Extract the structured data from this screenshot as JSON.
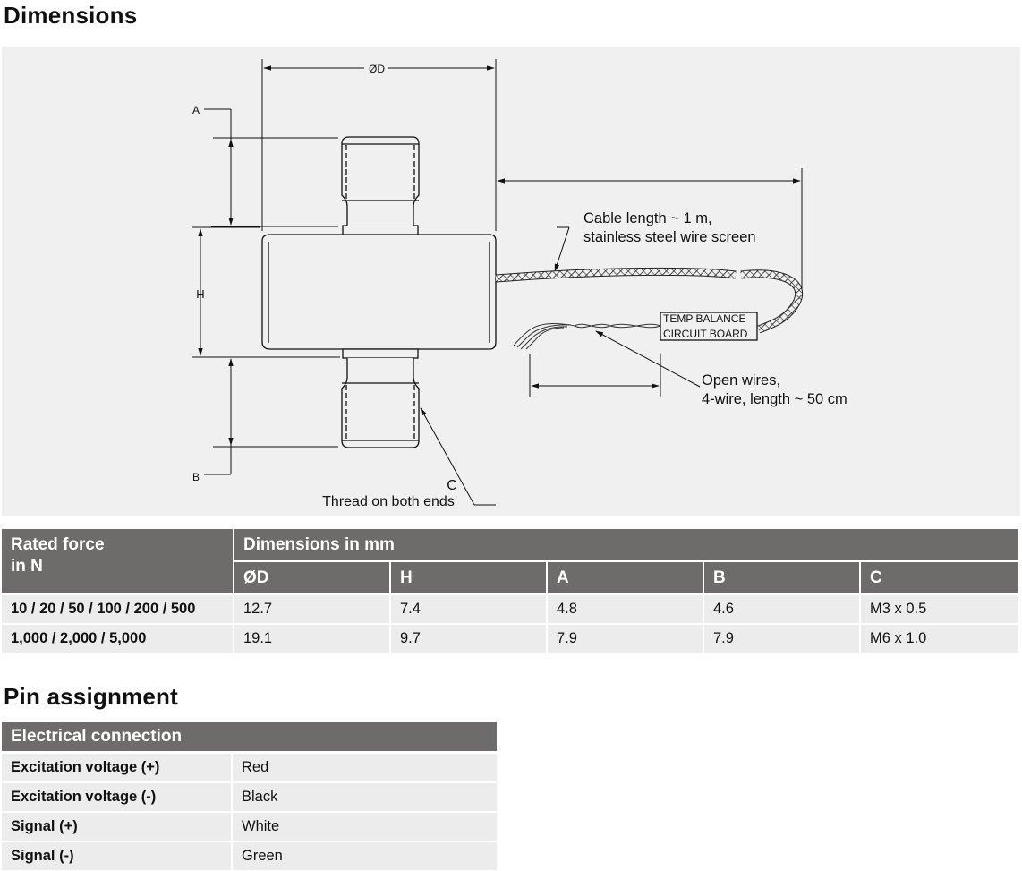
{
  "sections": {
    "dimensions_title": "Dimensions",
    "pins_title": "Pin assignment"
  },
  "drawing": {
    "label_D": "ØD",
    "label_A": "A",
    "label_B": "B",
    "label_H": "H",
    "label_C": "C",
    "thread_note": "Thread on both ends",
    "cable_line1": "Cable length ~ 1 m,",
    "cable_line2": "stainless steel wire screen",
    "board_line1": "TEMP BALANCE",
    "board_line2": "CIRCUIT BOARD",
    "wires_line1": "Open wires,",
    "wires_line2": "4-wire, length ~ 50 cm"
  },
  "dimensions_table": {
    "header_force": "Rated force\nin N",
    "header_force_line1": "Rated force",
    "header_force_line2": "in N",
    "header_group": "Dimensions in mm",
    "columns": [
      "ØD",
      "H",
      "A",
      "B",
      "C"
    ],
    "rows": [
      {
        "force": "10 / 20 / 50 / 100 / 200 / 500",
        "values": [
          "12.7",
          "7.4",
          "4.8",
          "4.6",
          "M3 x 0.5"
        ]
      },
      {
        "force": "1,000 / 2,000 / 5,000",
        "values": [
          "19.1",
          "9.7",
          "7.9",
          "7.9",
          "M6 x 1.0"
        ]
      }
    ]
  },
  "pin_table": {
    "header": "Electrical connection",
    "rows": [
      {
        "signal": "Excitation voltage (+)",
        "color": "Red"
      },
      {
        "signal": "Excitation voltage (-)",
        "color": "Black"
      },
      {
        "signal": "Signal (+)",
        "color": "White"
      },
      {
        "signal": "Signal (-)",
        "color": "Green"
      }
    ]
  },
  "colors": {
    "header_bg": "#6e6c6b",
    "row_bg": "#ececec",
    "panel_bg": "#f0f0f0"
  }
}
